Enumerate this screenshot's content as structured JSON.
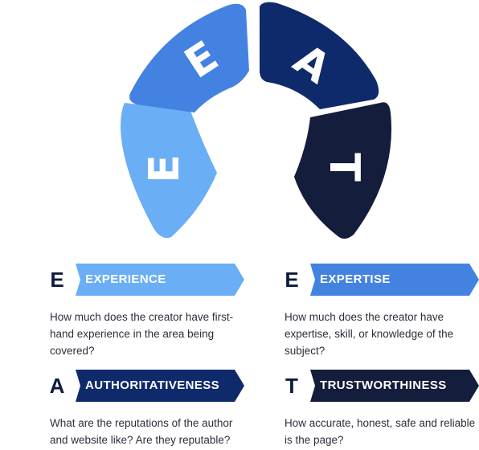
{
  "segments": [
    {
      "letter": "E",
      "color": "#6aaef5",
      "text_color": "#ffffff"
    },
    {
      "letter": "E",
      "color": "#4382e0",
      "text_color": "#ffffff"
    },
    {
      "letter": "A",
      "color": "#0f2a6b",
      "text_color": "#ffffff"
    },
    {
      "letter": "T",
      "color": "#141d3c",
      "text_color": "#ffffff"
    }
  ],
  "cards": [
    {
      "letter": "E",
      "title": "EXPERIENCE",
      "color": "#6aaef5",
      "description": "How much does the creator have first-hand experience in the area being covered?"
    },
    {
      "letter": "E",
      "title": "EXPERTISE",
      "color": "#4382e0",
      "description": "How much does the creator have expertise, skill, or knowledge of the subject?"
    },
    {
      "letter": "A",
      "title": "AUTHORITATIVENESS",
      "color": "#0f2a6b",
      "description": "What are the reputations of the author and website like? Are they reputable?"
    },
    {
      "letter": "T",
      "title": "TRUSTWORTHINESS",
      "color": "#141d3c",
      "description": "How accurate, honest, safe and reliable is the page?"
    }
  ]
}
